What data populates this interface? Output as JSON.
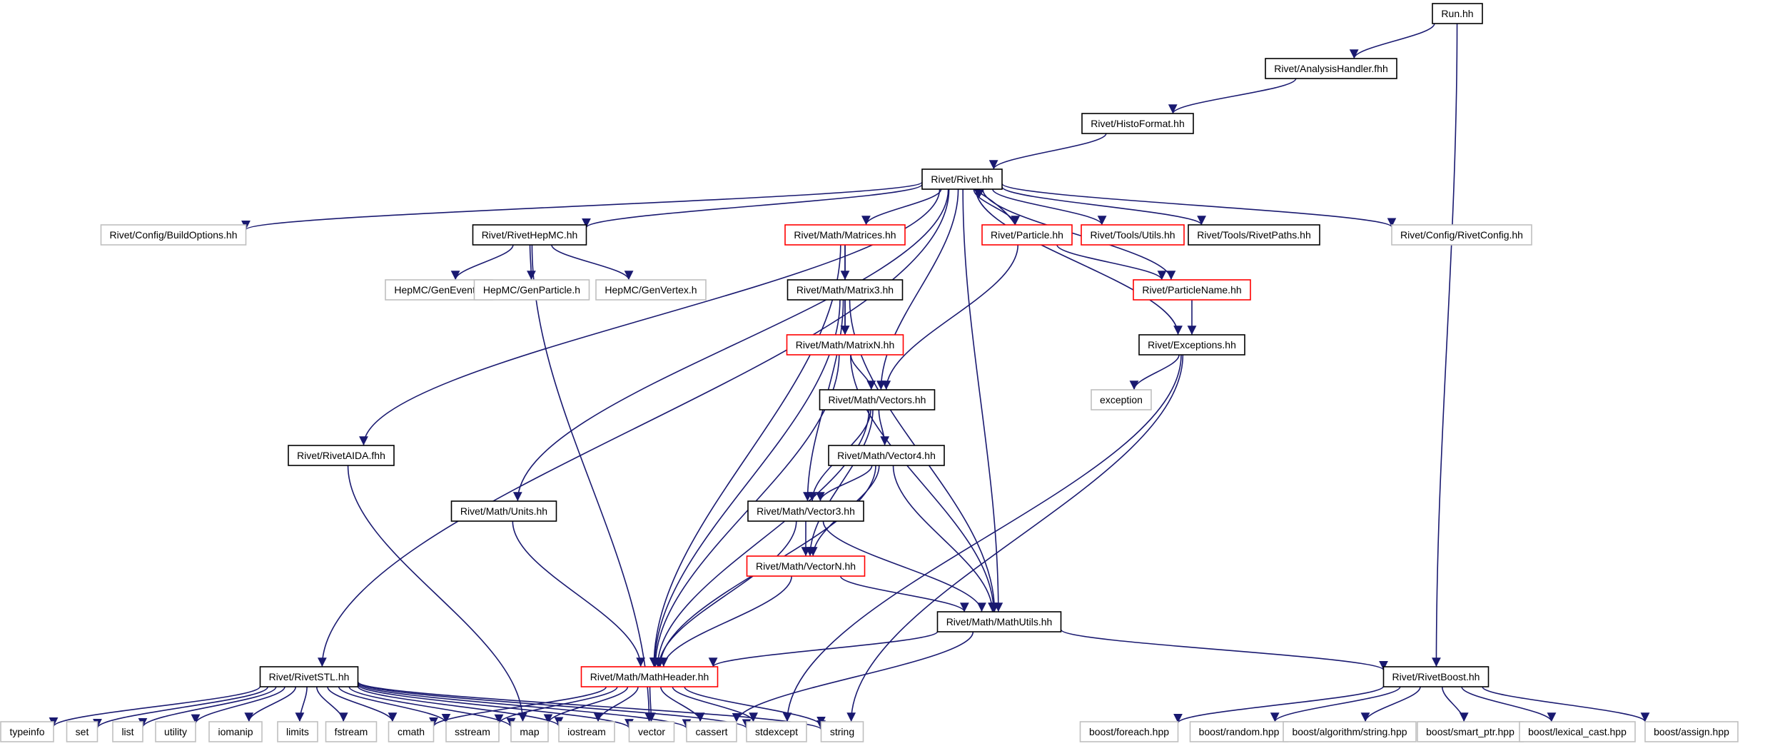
{
  "graph": {
    "colors": {
      "edge": "#191970",
      "root_fill": "#bfbfbf",
      "documented": "#000000",
      "truncated": "#ff0000",
      "external": "#bfbfbf"
    },
    "nodes": [
      {
        "id": "run",
        "label": "Run.hh",
        "kind": "root"
      },
      {
        "id": "analysishandler",
        "label": "Rivet/AnalysisHandler.fhh",
        "kind": "documented"
      },
      {
        "id": "histoformat",
        "label": "Rivet/HistoFormat.hh",
        "kind": "documented"
      },
      {
        "id": "rivet",
        "label": "Rivet/Rivet.hh",
        "kind": "documented"
      },
      {
        "id": "buildoptions",
        "label": "Rivet/Config/BuildOptions.hh",
        "kind": "external"
      },
      {
        "id": "rivethepmc",
        "label": "Rivet/RivetHepMC.hh",
        "kind": "documented"
      },
      {
        "id": "matrices",
        "label": "Rivet/Math/Matrices.hh",
        "kind": "truncated"
      },
      {
        "id": "particle",
        "label": "Rivet/Particle.hh",
        "kind": "truncated"
      },
      {
        "id": "toolsutils",
        "label": "Rivet/Tools/Utils.hh",
        "kind": "truncated"
      },
      {
        "id": "rivetpaths",
        "label": "Rivet/Tools/RivetPaths.hh",
        "kind": "documented"
      },
      {
        "id": "rivetconfig",
        "label": "Rivet/Config/RivetConfig.hh",
        "kind": "external"
      },
      {
        "id": "genevent",
        "label": "HepMC/GenEvent.h",
        "kind": "external"
      },
      {
        "id": "genparticle",
        "label": "HepMC/GenParticle.h",
        "kind": "external"
      },
      {
        "id": "genvertex",
        "label": "HepMC/GenVertex.h",
        "kind": "external"
      },
      {
        "id": "matrix3",
        "label": "Rivet/Math/Matrix3.hh",
        "kind": "documented"
      },
      {
        "id": "particlename",
        "label": "Rivet/ParticleName.hh",
        "kind": "truncated"
      },
      {
        "id": "matrixn",
        "label": "Rivet/Math/MatrixN.hh",
        "kind": "truncated"
      },
      {
        "id": "exceptions",
        "label": "Rivet/Exceptions.hh",
        "kind": "documented"
      },
      {
        "id": "vectors",
        "label": "Rivet/Math/Vectors.hh",
        "kind": "documented"
      },
      {
        "id": "exception",
        "label": "exception",
        "kind": "external"
      },
      {
        "id": "rivetaida",
        "label": "Rivet/RivetAIDA.fhh",
        "kind": "documented"
      },
      {
        "id": "vector4",
        "label": "Rivet/Math/Vector4.hh",
        "kind": "documented"
      },
      {
        "id": "units",
        "label": "Rivet/Math/Units.hh",
        "kind": "documented"
      },
      {
        "id": "vector3",
        "label": "Rivet/Math/Vector3.hh",
        "kind": "documented"
      },
      {
        "id": "vectorn",
        "label": "Rivet/Math/VectorN.hh",
        "kind": "truncated"
      },
      {
        "id": "mathutils",
        "label": "Rivet/Math/MathUtils.hh",
        "kind": "documented"
      },
      {
        "id": "rivetstl",
        "label": "Rivet/RivetSTL.hh",
        "kind": "documented"
      },
      {
        "id": "mathheader",
        "label": "Rivet/Math/MathHeader.hh",
        "kind": "truncated"
      },
      {
        "id": "rivetboost",
        "label": "Rivet/RivetBoost.hh",
        "kind": "documented"
      },
      {
        "id": "typeinfo",
        "label": "typeinfo",
        "kind": "external"
      },
      {
        "id": "set",
        "label": "set",
        "kind": "external"
      },
      {
        "id": "list",
        "label": "list",
        "kind": "external"
      },
      {
        "id": "utility",
        "label": "utility",
        "kind": "external"
      },
      {
        "id": "iomanip",
        "label": "iomanip",
        "kind": "external"
      },
      {
        "id": "limits",
        "label": "limits",
        "kind": "external"
      },
      {
        "id": "fstream",
        "label": "fstream",
        "kind": "external"
      },
      {
        "id": "cmath",
        "label": "cmath",
        "kind": "external"
      },
      {
        "id": "sstream",
        "label": "sstream",
        "kind": "external"
      },
      {
        "id": "map",
        "label": "map",
        "kind": "external"
      },
      {
        "id": "iostream",
        "label": "iostream",
        "kind": "external"
      },
      {
        "id": "vector",
        "label": "vector",
        "kind": "external"
      },
      {
        "id": "cassert",
        "label": "cassert",
        "kind": "external"
      },
      {
        "id": "stdexcept",
        "label": "stdexcept",
        "kind": "external"
      },
      {
        "id": "string",
        "label": "string",
        "kind": "external"
      },
      {
        "id": "foreach",
        "label": "boost/foreach.hpp",
        "kind": "external"
      },
      {
        "id": "random",
        "label": "boost/random.hpp",
        "kind": "external"
      },
      {
        "id": "algostring",
        "label": "boost/algorithm/string.hpp",
        "kind": "external"
      },
      {
        "id": "smartptr",
        "label": "boost/smart_ptr.hpp",
        "kind": "external"
      },
      {
        "id": "lexicalcast",
        "label": "boost/lexical_cast.hpp",
        "kind": "external"
      },
      {
        "id": "assign",
        "label": "boost/assign.hpp",
        "kind": "external"
      }
    ],
    "edges": [
      [
        "run",
        "analysishandler"
      ],
      [
        "run",
        "rivetboost"
      ],
      [
        "analysishandler",
        "histoformat"
      ],
      [
        "histoformat",
        "rivet"
      ],
      [
        "rivet",
        "buildoptions"
      ],
      [
        "rivet",
        "rivethepmc"
      ],
      [
        "rivet",
        "matrices"
      ],
      [
        "rivet",
        "particle"
      ],
      [
        "rivet",
        "toolsutils"
      ],
      [
        "rivet",
        "rivetpaths"
      ],
      [
        "rivet",
        "rivetconfig"
      ],
      [
        "rivet",
        "particlename"
      ],
      [
        "rivet",
        "exceptions"
      ],
      [
        "rivet",
        "vectors"
      ],
      [
        "rivet",
        "mathutils"
      ],
      [
        "rivet",
        "units"
      ],
      [
        "rivet",
        "rivetaida"
      ],
      [
        "rivet",
        "rivetstl"
      ],
      [
        "particle",
        "rivet"
      ],
      [
        "particle",
        "particlename"
      ],
      [
        "particle",
        "vectors"
      ],
      [
        "rivethepmc",
        "genevent"
      ],
      [
        "rivethepmc",
        "genparticle"
      ],
      [
        "rivethepmc",
        "genvertex"
      ],
      [
        "rivethepmc",
        "vector"
      ],
      [
        "matrices",
        "matrix3"
      ],
      [
        "matrices",
        "matrixn"
      ],
      [
        "matrices",
        "mathheader"
      ],
      [
        "matrix3",
        "matrixn"
      ],
      [
        "matrix3",
        "vector3"
      ],
      [
        "matrix3",
        "mathutils"
      ],
      [
        "matrix3",
        "mathheader"
      ],
      [
        "matrixn",
        "vectors"
      ],
      [
        "matrixn",
        "mathutils"
      ],
      [
        "matrixn",
        "mathheader"
      ],
      [
        "particlename",
        "exceptions"
      ],
      [
        "exceptions",
        "exception"
      ],
      [
        "exceptions",
        "string"
      ],
      [
        "exceptions",
        "stdexcept"
      ],
      [
        "vectors",
        "vector4"
      ],
      [
        "vectors",
        "vector3"
      ],
      [
        "vectors",
        "vectorn"
      ],
      [
        "vectors",
        "mathheader"
      ],
      [
        "vector4",
        "vector3"
      ],
      [
        "vector4",
        "vectorn"
      ],
      [
        "vector4",
        "mathutils"
      ],
      [
        "vector4",
        "mathheader"
      ],
      [
        "vector3",
        "vectorn"
      ],
      [
        "vector3",
        "mathutils"
      ],
      [
        "vector3",
        "mathheader"
      ],
      [
        "vectorn",
        "mathutils"
      ],
      [
        "vectorn",
        "mathheader"
      ],
      [
        "mathutils",
        "mathheader"
      ],
      [
        "mathutils",
        "rivetboost"
      ],
      [
        "mathutils",
        "cassert"
      ],
      [
        "units",
        "mathheader"
      ],
      [
        "rivetaida",
        "map"
      ],
      [
        "rivetstl",
        "typeinfo"
      ],
      [
        "rivetstl",
        "set"
      ],
      [
        "rivetstl",
        "list"
      ],
      [
        "rivetstl",
        "utility"
      ],
      [
        "rivetstl",
        "iomanip"
      ],
      [
        "rivetstl",
        "limits"
      ],
      [
        "rivetstl",
        "fstream"
      ],
      [
        "rivetstl",
        "cmath"
      ],
      [
        "rivetstl",
        "sstream"
      ],
      [
        "rivetstl",
        "map"
      ],
      [
        "rivetstl",
        "iostream"
      ],
      [
        "rivetstl",
        "vector"
      ],
      [
        "rivetstl",
        "cassert"
      ],
      [
        "rivetstl",
        "stdexcept"
      ],
      [
        "rivetstl",
        "string"
      ],
      [
        "mathheader",
        "cmath"
      ],
      [
        "mathheader",
        "sstream"
      ],
      [
        "mathheader",
        "map"
      ],
      [
        "mathheader",
        "iostream"
      ],
      [
        "mathheader",
        "vector"
      ],
      [
        "mathheader",
        "cassert"
      ],
      [
        "mathheader",
        "stdexcept"
      ],
      [
        "mathheader",
        "string"
      ],
      [
        "rivetboost",
        "foreach"
      ],
      [
        "rivetboost",
        "random"
      ],
      [
        "rivetboost",
        "algostring"
      ],
      [
        "rivetboost",
        "smartptr"
      ],
      [
        "rivetboost",
        "lexicalcast"
      ],
      [
        "rivetboost",
        "assign"
      ]
    ]
  }
}
